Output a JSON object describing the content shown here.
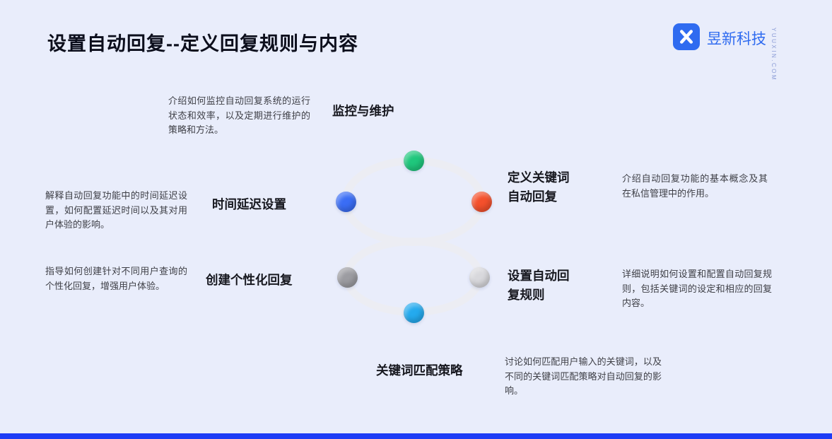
{
  "title": "设置自动回复--定义回复规则与内容",
  "brand": {
    "name": "昱新科技",
    "domain": "YUUXIN.COM"
  },
  "colors": {
    "background": "#e9edfb",
    "bottom_bar": "#1e3cf5",
    "brand_blue": "#2f6bf0",
    "dot_green": "#1fc77c",
    "dot_blue": "#3a6df5",
    "dot_red": "#f4502c",
    "dot_gray": "#9c9ca1",
    "dot_light_gray": "#d8d8dc",
    "dot_cyan": "#24aaee"
  },
  "nodes": [
    {
      "id": "monitor",
      "label": "监控与维护",
      "desc": "介绍如何监控自动回复系统的运行状态和效率，以及定期进行维护的策略和方法。"
    },
    {
      "id": "delay",
      "label": "时间延迟设置",
      "desc": "解释自动回复功能中的时间延迟设置，如何配置延迟时间以及其对用户体验的影响。"
    },
    {
      "id": "keyword",
      "label": "定义关键词自动回复",
      "desc": "介绍自动回复功能的基本概念及其在私信管理中的作用。"
    },
    {
      "id": "personalize",
      "label": "创建个性化回复",
      "desc": "指导如何创建针对不同用户查询的个性化回复，增强用户体验。"
    },
    {
      "id": "rules",
      "label": "设置自动回复规则",
      "desc": "详细说明如何设置和配置自动回复规则，包括关键词的设定和相应的回复内容。"
    },
    {
      "id": "match",
      "label": "关键词匹配策略",
      "desc": "讨论如何匹配用户输入的关键词，以及不同的关键词匹配策略对自动回复的影响。"
    }
  ]
}
